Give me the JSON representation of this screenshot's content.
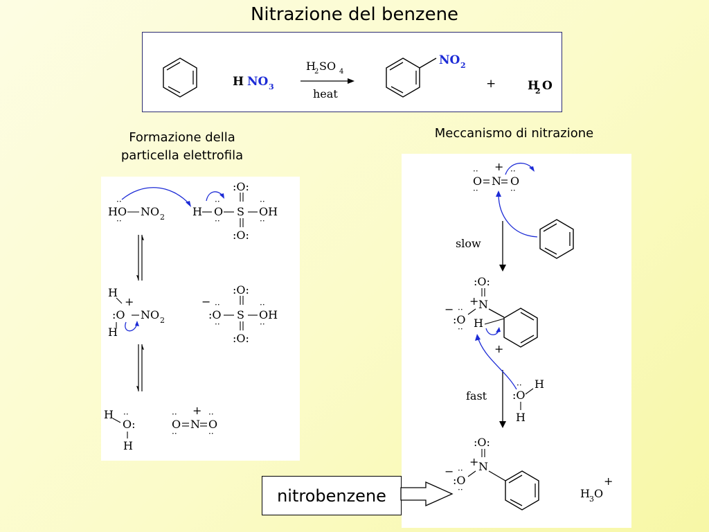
{
  "page": {
    "title": "Nitrazione del benzene",
    "caption_left_line1": "Formazione della",
    "caption_left_line2": "particella elettrofila",
    "caption_right": "Meccanismo di nitrazione",
    "product_label": "nitrobenzene"
  },
  "reaction": {
    "h": "H",
    "no": "NO",
    "sub3": "3",
    "sub2": "2",
    "sub4": "4",
    "arrow_top_h": "H",
    "arrow_top_so": "SO",
    "arrow_bottom": "heat",
    "plus": "+",
    "water_h": "H",
    "water_o": "O"
  },
  "mechanism": {
    "slow": "slow",
    "fast": "fast"
  },
  "colors": {
    "accent_blue": "#1c2bd6",
    "frame_border": "#2a2a6e"
  }
}
